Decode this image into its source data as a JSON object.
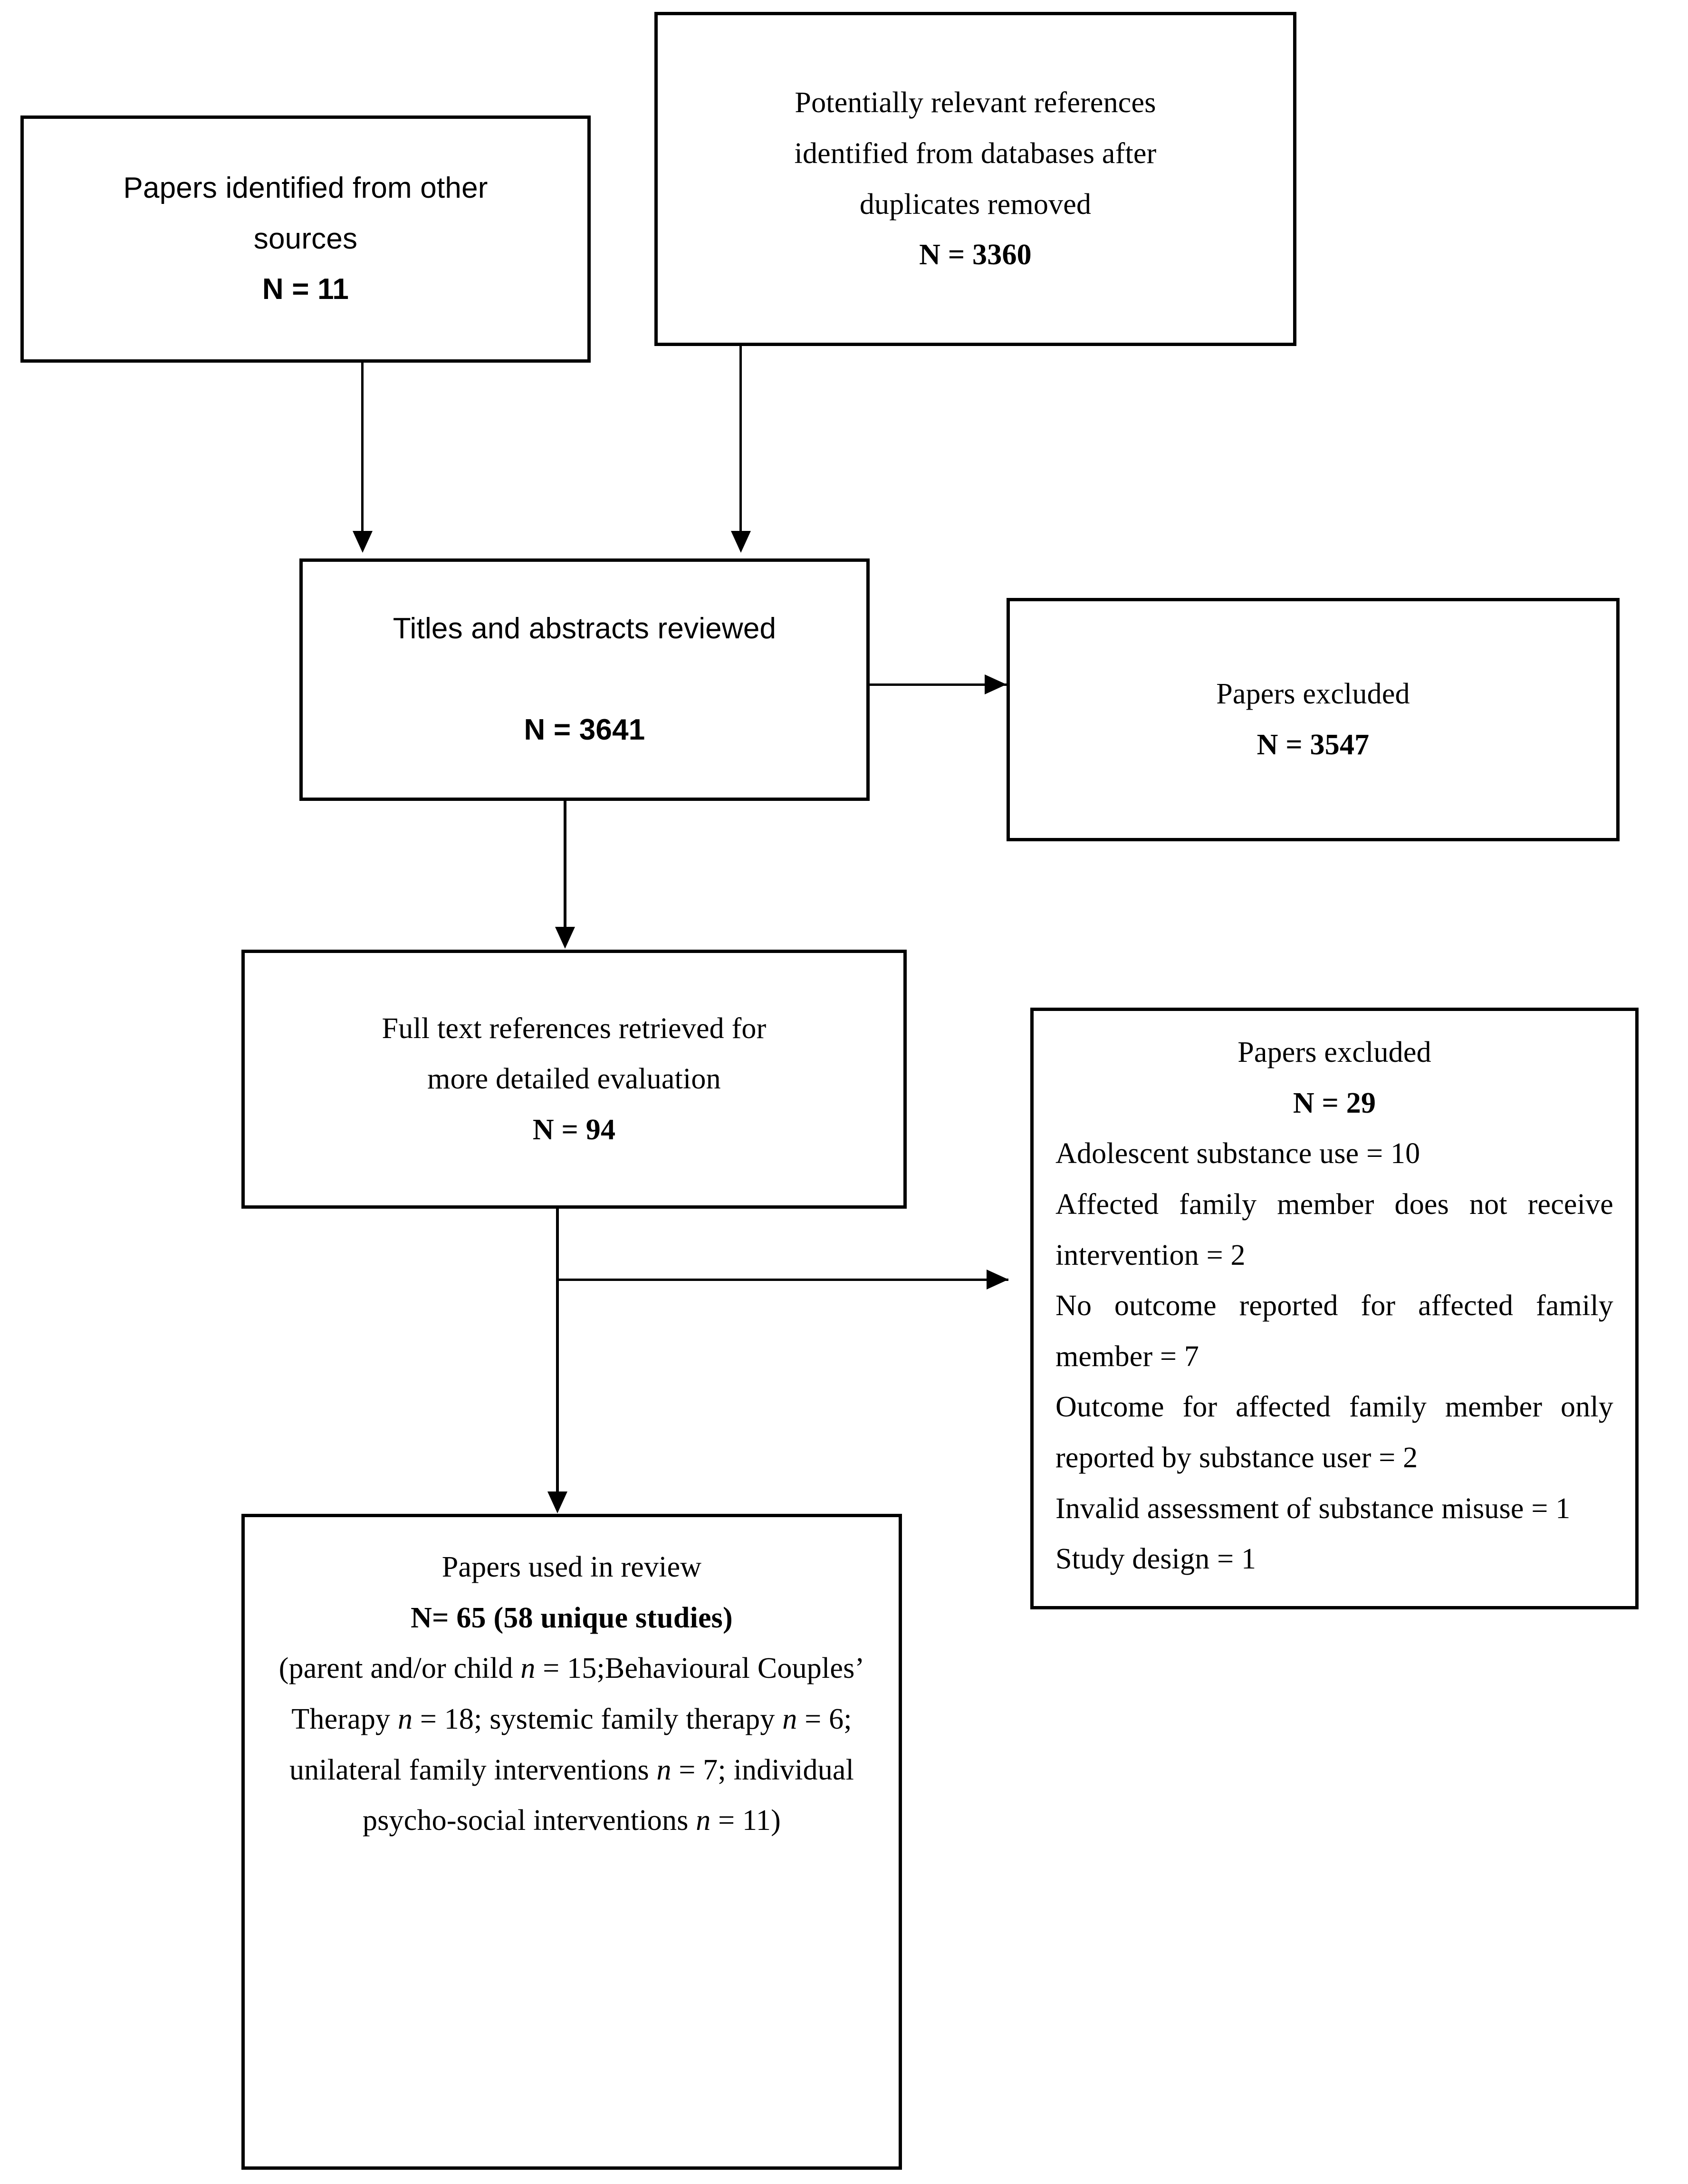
{
  "diagram": {
    "type": "prisma-flow-diagram",
    "title": "PRISMA study selection flow diagram",
    "nodes": {
      "other_sources": {
        "lines": [
          "Papers identified from other",
          "sources"
        ],
        "count_label": "N = 11"
      },
      "databases": {
        "lines": [
          "Potentially relevant references",
          "identified from databases after",
          "duplicates removed"
        ],
        "count_label": "N = 3360"
      },
      "titles_abstracts": {
        "lines": [
          "Titles and abstracts reviewed"
        ],
        "count_label": "N = 3641"
      },
      "excluded_screening": {
        "lines": [
          "Papers excluded"
        ],
        "count_label": "N = 3547"
      },
      "full_text": {
        "lines": [
          "Full text references retrieved for",
          "more detailed evaluation"
        ],
        "count_label": "N = 94"
      },
      "excluded_fulltext": {
        "heading": "Papers excluded",
        "count_label": "N = 29",
        "reasons": [
          "Adolescent substance use = 10",
          "Affected family member does not receive intervention = 2",
          "No outcome reported for affected family member = 7",
          "Outcome for affected family member only reported by substance user = 2",
          "Invalid assessment of substance misuse = 1",
          "Study design = 1"
        ]
      },
      "included": {
        "heading": "Papers used in review",
        "count_label": "N= 65 (58 unique studies)",
        "breakdown_prefix": "(parent and/or child ",
        "breakdown_parts": [
          {
            "symbol": "n",
            "value": " = 15;"
          },
          {
            "label": "Behavioural Couples’ Therapy ",
            "symbol": "n",
            "value": " = 18;"
          },
          {
            "label": " systemic family therapy ",
            "symbol": "n",
            "value": " = 6;"
          },
          {
            "label": " unilateral family interventions ",
            "symbol": "n",
            "value": " = 7;"
          },
          {
            "label": " individual psycho-social interventions ",
            "symbol": "n",
            "value": " = 11)"
          }
        ],
        "breakdown_full": "(parent and/or child n = 15; Behavioural Couples’ Therapy n = 18; systemic family therapy n = 6; unilateral family interventions n = 7; individual psycho-social interventions n = 11)"
      }
    },
    "edges": [
      {
        "from": "other_sources",
        "to": "titles_abstracts",
        "direction": "down"
      },
      {
        "from": "databases",
        "to": "titles_abstracts",
        "direction": "down"
      },
      {
        "from": "titles_abstracts",
        "to": "excluded_screening",
        "direction": "right"
      },
      {
        "from": "titles_abstracts",
        "to": "full_text",
        "direction": "down"
      },
      {
        "from": "full_text",
        "to": "excluded_fulltext",
        "direction": "right"
      },
      {
        "from": "full_text",
        "to": "included",
        "direction": "down"
      }
    ],
    "colors": {
      "border": "#000000",
      "background": "#ffffff",
      "text": "#000000"
    }
  }
}
